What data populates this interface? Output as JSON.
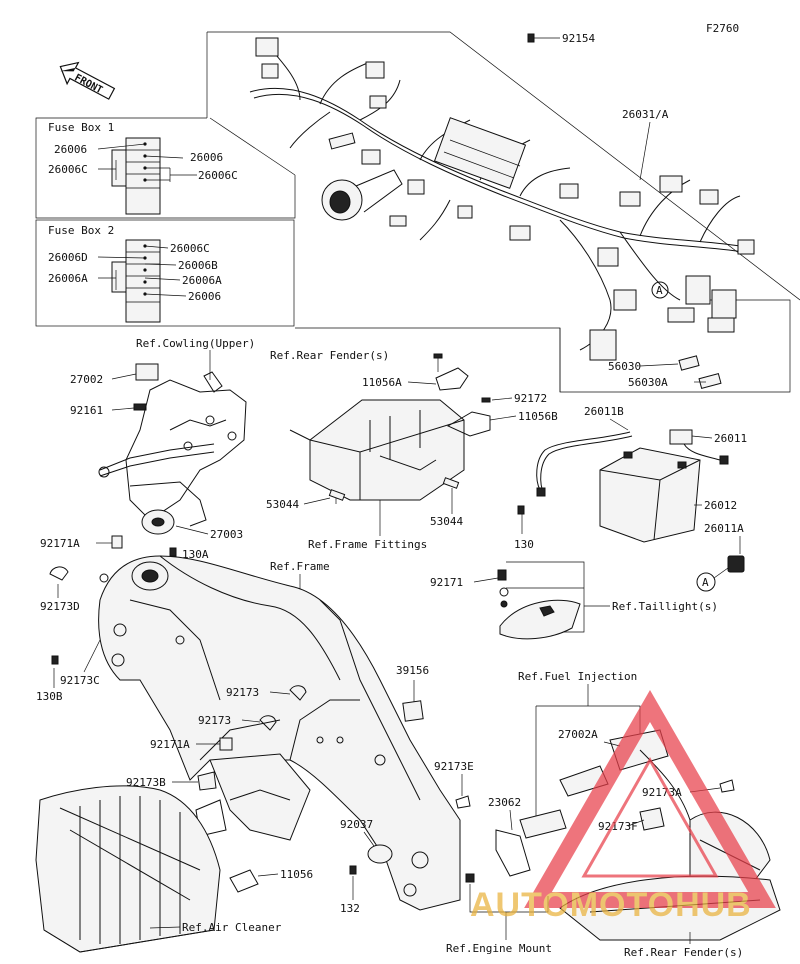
{
  "figure_code": "F2760",
  "front_label": "FRONT",
  "fuse_box_1": {
    "title": "Fuse Box 1",
    "labels": [
      "26006",
      "26006C",
      "26006",
      "26006C"
    ]
  },
  "fuse_box_2": {
    "title": "Fuse Box 2",
    "labels": [
      "26006D",
      "26006A",
      "26006C",
      "26006B",
      "26006A",
      "26006"
    ]
  },
  "part_numbers": {
    "p92154": "92154",
    "p26031A": "26031/A",
    "p56030": "56030",
    "p56030A": "56030A",
    "p27002": "27002",
    "p92161": "92161",
    "p92171A_top": "92171A",
    "p27003": "27003",
    "p130A": "130A",
    "p92173D": "92173D",
    "p92173C": "92173C",
    "p130B": "130B",
    "p11056A": "11056A",
    "p92172": "92172",
    "p11056B": "11056B",
    "p53044_left": "53044",
    "p53044_right": "53044",
    "p26011B": "26011B",
    "p26011": "26011",
    "p26012": "26012",
    "p26011A": "26011A",
    "p130": "130",
    "p92171": "92171",
    "p39156": "39156",
    "p92173_a": "92173",
    "p92173_b": "92173",
    "p92171A_mid": "92171A",
    "p92173B": "92173B",
    "p92173E": "92173E",
    "p23062": "23062",
    "p92037": "92037",
    "p132": "132",
    "p11056": "11056",
    "p27002A": "27002A",
    "p92173A": "92173A",
    "p92173F": "92173F"
  },
  "references": {
    "cowling_upper": "Ref.Cowling(Upper)",
    "rear_fender_top": "Ref.Rear Fender(s)",
    "frame_fittings": "Ref.Frame Fittings",
    "frame": "Ref.Frame",
    "taillight": "Ref.Taillight(s)",
    "fuel_injection": "Ref.Fuel Injection",
    "air_cleaner": "Ref.Air Cleaner",
    "engine_mount": "Ref.Engine Mount",
    "rear_fender_bottom": "Ref.Rear Fender(s)"
  },
  "circle_marker": "A",
  "watermark": {
    "text": "AUTOMOTOHUB",
    "color": "#e8404a",
    "text_color": "#e9b23c"
  }
}
